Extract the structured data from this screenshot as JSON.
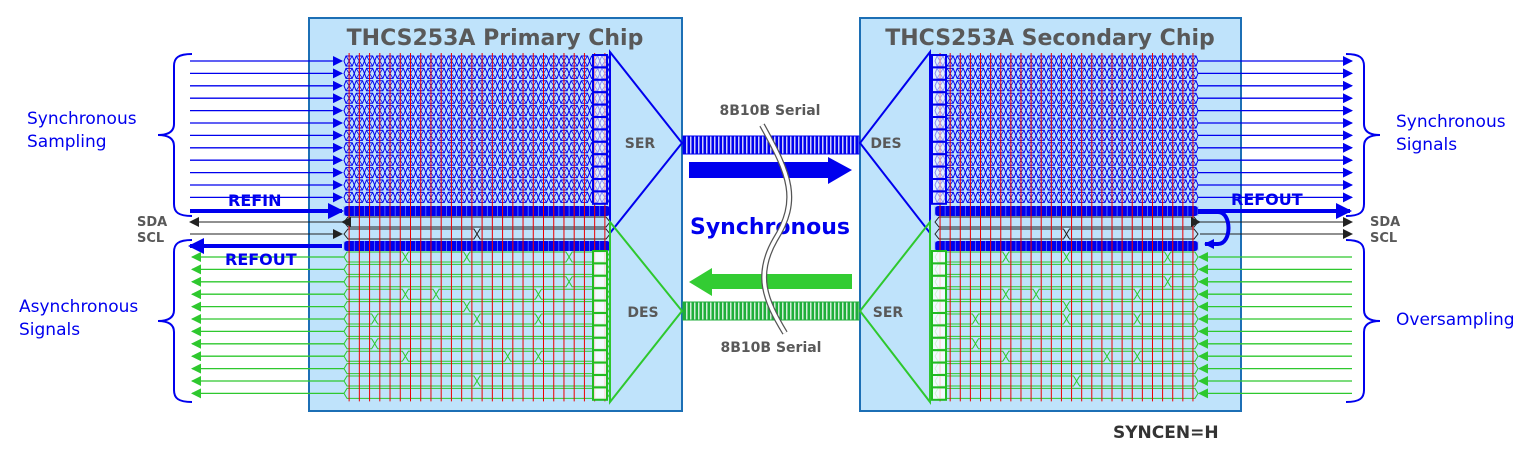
{
  "colors": {
    "chip_fill": "#bfe3fb",
    "chip_border": "#1c6fb5",
    "sync": "#0000ee",
    "async": "#2ec82e",
    "clock": "#ee0000",
    "bus": "#222222",
    "label_gray": "#595959"
  },
  "primary_chip": {
    "title": "THCS253A Primary Chip",
    "ser_label": "SER",
    "des_label": "DES"
  },
  "secondary_chip": {
    "title": "THCS253A Secondary Chip",
    "des_label": "DES",
    "ser_label": "SER"
  },
  "link": {
    "top_serial_label": "8B10B Serial",
    "bottom_serial_label": "8B10B Serial",
    "mode_label": "Synchronous"
  },
  "left_side": {
    "sync_group": [
      "Synchronous",
      "Sampling"
    ],
    "async_group": [
      "Asynchronous",
      "Signals"
    ],
    "refin_label": "REFIN",
    "refout_label": "REFOUT",
    "sda_label": "SDA",
    "scl_label": "SCL"
  },
  "right_side": {
    "sync_group": [
      "Synchronous",
      "Signals"
    ],
    "async_group": [
      "Oversampling"
    ],
    "refout_label": "REFOUT",
    "sda_label": "SDA",
    "scl_label": "SCL"
  },
  "signals": {
    "sync_channels": 12,
    "async_channels": 12,
    "sample_columns": 26
  },
  "footer": {
    "setting": "SYNCEN=H"
  }
}
